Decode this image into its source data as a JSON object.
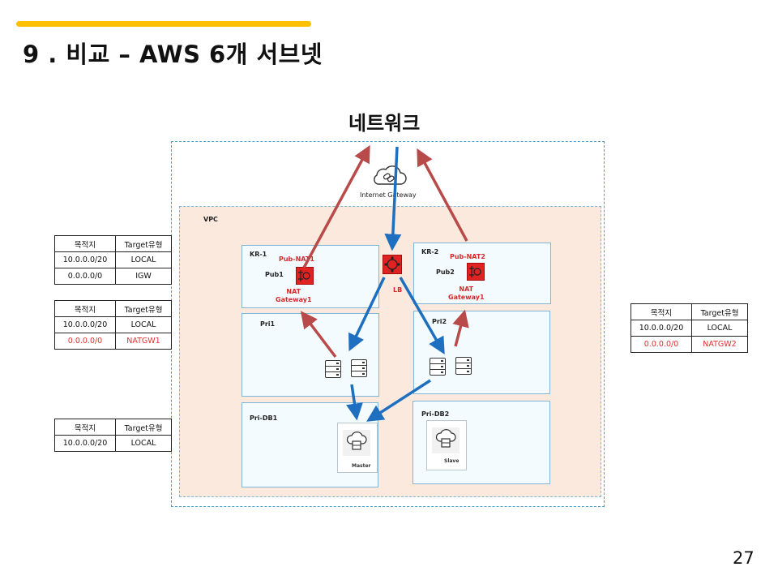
{
  "slide": {
    "title": "9 . 비교 – AWS 6개 서브넷",
    "network_title": "네트워크",
    "page_number": "27"
  },
  "labels": {
    "internet_gateway": "Internet Gateway",
    "vpc": "VPC",
    "kr1": "KR-1",
    "kr2": "KR-2",
    "pub_nat1": "Pub-NAT1",
    "pub_nat2": "Pub-NAT2",
    "pub1": "Pub1",
    "pub2": "Pub2",
    "nat_gateway1_left": "NAT\nGateway1",
    "nat_gateway1_right": "NAT\nGateway1",
    "lb": "LB",
    "pri1": "Pri1",
    "pri2": "Pri2",
    "pri_db1": "Pri-DB1",
    "pri_db2": "Pri-DB2",
    "master": "Master",
    "slave": "Slave"
  },
  "route_tables": {
    "public": {
      "headers": [
        "목적지",
        "Target유형"
      ],
      "rows": [
        [
          "10.0.0.0/20",
          "LOCAL"
        ],
        [
          "0.0.0.0/0",
          "IGW"
        ]
      ]
    },
    "private1": {
      "headers": [
        "목적지",
        "Target유형"
      ],
      "rows": [
        [
          "10.0.0.0/20",
          "LOCAL"
        ],
        [
          "0.0.0.0/0",
          "NATGW1"
        ]
      ]
    },
    "db": {
      "headers": [
        "목적지",
        "Target유형"
      ],
      "rows": [
        [
          "10.0.0.0/20",
          "LOCAL"
        ]
      ]
    },
    "private2": {
      "headers": [
        "목적지",
        "Target유형"
      ],
      "rows": [
        [
          "10.0.0.0/20",
          "LOCAL"
        ],
        [
          "0.0.0.0/0",
          "NATGW2"
        ]
      ]
    }
  },
  "colors": {
    "accent_bar": "#ffc000",
    "outbound_arrow": "#b94a4a",
    "inbound_arrow": "#1e6fbf",
    "nat_red": "#e02222",
    "highlight_text": "#e03030",
    "vpc_fill": "#fbe9dd"
  },
  "icons": {
    "internet_gateway": "cloud-link-icon",
    "nat_gateway": "nat-gateway-icon",
    "load_balancer": "load-balancer-icon",
    "server": "server-icon",
    "database": "database-icon"
  }
}
